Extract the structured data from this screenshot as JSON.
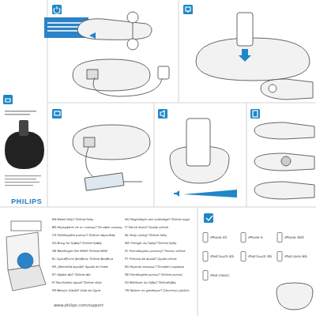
{
  "diagram": {
    "nodes": [
      {
        "text": [
          "iPhone 4S"
        ]
      },
      {
        "text": [
          "iPhone 4"
        ]
      },
      {
        "text": [
          "iPhone 3GS"
        ]
      },
      {
        "text": [
          "iPod touch 4G"
        ]
      },
      {
        "text": [
          "iPod touch 3G"
        ]
      },
      {
        "text": [
          "iPod nano 6G"
        ]
      },
      {
        "text": [
          "iPod classic"
        ]
      }
    ],
    "labels": [
      "PHILIPS",
      "www.philips.com/support",
      "EN Need help? Online help",
      "BG Нуждаете се от помощ? Онлайн помощ",
      "CS Potřebujete pomoc? Online nápověda",
      "DA Brug for hjælp? Online hjælp",
      "DE Benötigen Sie Hilfe? Online-Hilfe",
      "EL Χρειάζεστε βοήθεια; Online βοήθεια",
      "ES ¿Necesita ayuda? Ayuda en línea",
      "ET Vajate abi? Online-abi",
      "FI Tarvitsetko apua? Online-ohje",
      "FR Besoin d'aide? Aide en ligne",
      "HU Segítségre van szüksége? Online súgó",
      "IT Serve aiuto? Guida online",
      "NL Hulp nodig? Online help",
      "NO Trenger du hjelp? Online hjelp",
      "PL Potrzebujesz pomocy? Pomoc online",
      "PT Precisa de ajuda? Ajuda online",
      "RU Нужна помощь? Онлайн-справка",
      "SK Potrebujete pomoc? Online pomoc",
      "SV Behöver du hjälp? Onlinehjälp",
      "TR Yardım mı gerekiyor? Çevrimiçi yardım"
    ]
  }
}
